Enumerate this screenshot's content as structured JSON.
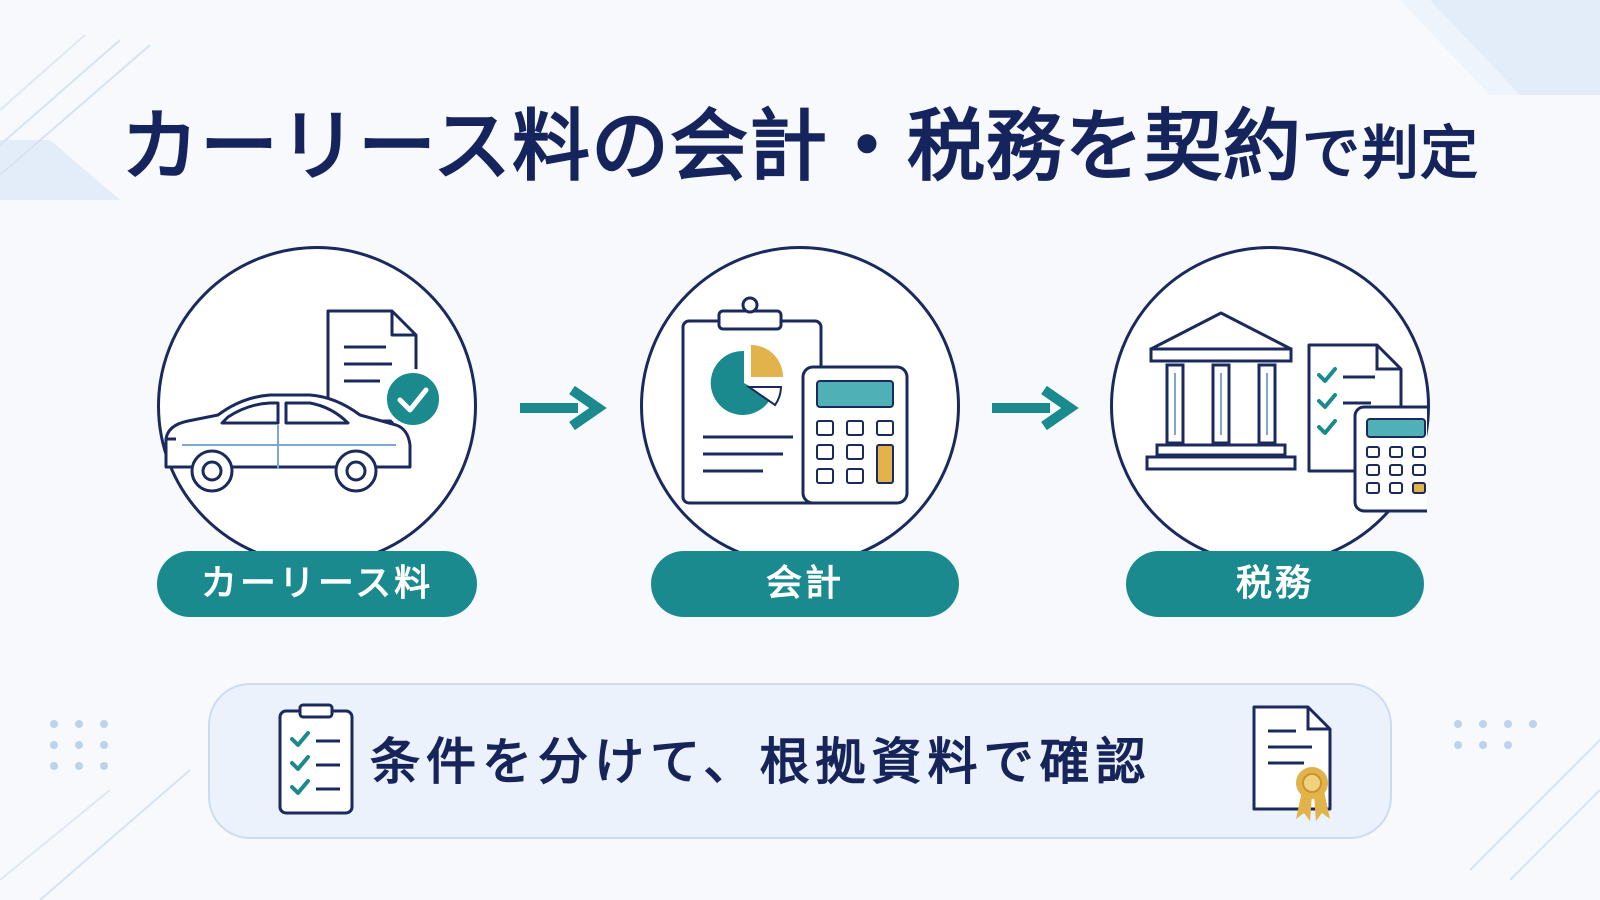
{
  "title": {
    "main": "カーリース料の会計・税務を契約",
    "tail": "で判定"
  },
  "flow": {
    "steps": [
      {
        "label": "カーリース料",
        "icon": "car-with-contract-icon"
      },
      {
        "label": "会計",
        "icon": "clipboard-chart-calculator-icon"
      },
      {
        "label": "税務",
        "icon": "government-building-checklist-icon"
      }
    ],
    "connector_icon": "right-arrow-icon"
  },
  "banner": {
    "text": "条件を分けて、根拠資料で確認",
    "left_icon": "checklist-clipboard-icon",
    "right_icon": "certificate-document-icon"
  },
  "colors": {
    "navy": "#16245a",
    "teal": "#1b8a8f",
    "gold": "#e2b34a",
    "banner_bg": "#ebf2fc",
    "background": "#f7f9fc"
  }
}
